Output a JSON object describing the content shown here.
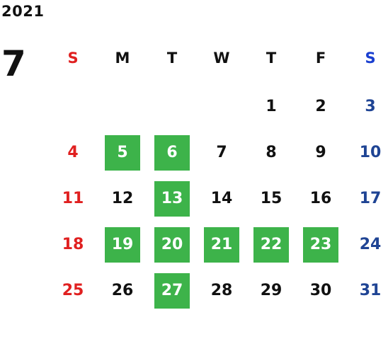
{
  "calendar": {
    "year": "2021",
    "month": "7",
    "weekdays": [
      {
        "label": "S",
        "color": "#e02020"
      },
      {
        "label": "M",
        "color": "#111111"
      },
      {
        "label": "T",
        "color": "#111111"
      },
      {
        "label": "W",
        "color": "#111111"
      },
      {
        "label": "T",
        "color": "#111111"
      },
      {
        "label": "F",
        "color": "#111111"
      },
      {
        "label": "S",
        "color": "#1a3fd0"
      }
    ],
    "first_weekday_index": 4,
    "days_in_month": 31,
    "highlighted_days": [
      5,
      6,
      13,
      19,
      20,
      21,
      22,
      23,
      27
    ],
    "colors": {
      "sunday": "#e02020",
      "saturday_header": "#1a3fd0",
      "saturday_dates": "#1f4494",
      "weekday": "#111111",
      "highlight_bg": "#3db34a",
      "highlight_text": "#ffffff"
    }
  }
}
